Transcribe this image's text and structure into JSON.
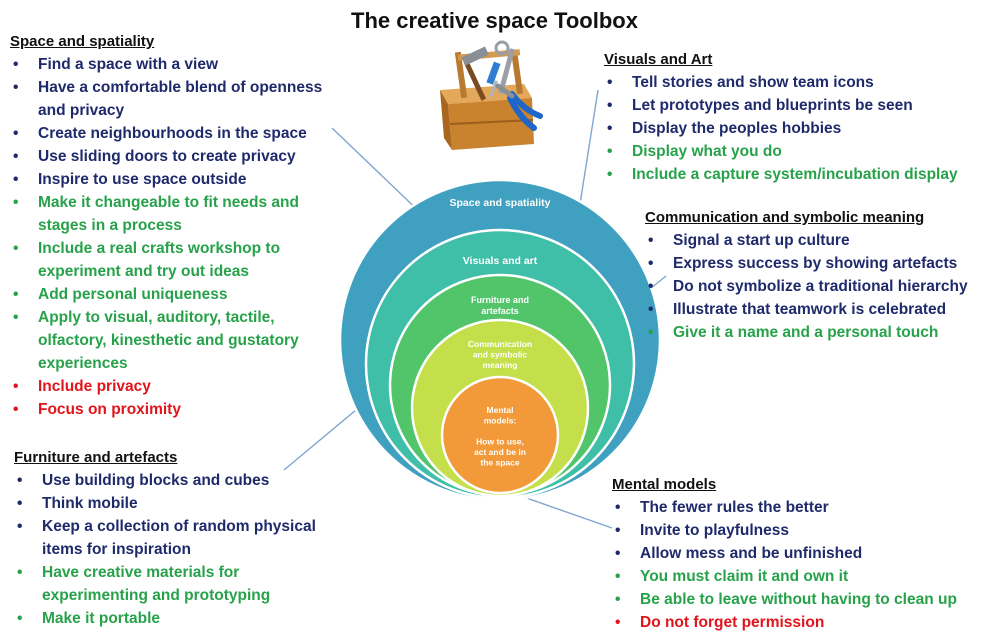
{
  "title": "The creative space Toolbox",
  "colors": {
    "blue": "#1f2a6b",
    "green": "#27a24a",
    "red": "#e1141b"
  },
  "icons": {
    "toolbox": "toolbox-icon"
  },
  "sections": {
    "space": {
      "heading": "Space and spatiality",
      "items": [
        {
          "text": "Find a space with a view",
          "color": "blue"
        },
        {
          "text": "Have a comfortable blend of openness and privacy",
          "color": "blue"
        },
        {
          "text": "Create neighbourhoods  in the space",
          "color": "blue"
        },
        {
          "text": "Use sliding doors to create privacy",
          "color": "blue"
        },
        {
          "text": "Inspire to use space outside",
          "color": "blue"
        },
        {
          "text": "Make it changeable to fit needs and stages in a process",
          "color": "green"
        },
        {
          "text": "Include a real  crafts workshop to experiment and try out ideas",
          "color": "green"
        },
        {
          "text": "Add personal uniqueness",
          "color": "green"
        },
        {
          "text": "Apply to visual, auditory, tactile, olfactory, kinesthetic and gustatory experiences",
          "color": "green"
        },
        {
          "text": "Include privacy",
          "color": "red"
        },
        {
          "text": "Focus on proximity",
          "color": "red"
        }
      ]
    },
    "visuals": {
      "heading": "Visuals and Art",
      "items": [
        {
          "text": "Tell stories and show team icons",
          "color": "blue"
        },
        {
          "text": "Let prototypes and blueprints be seen",
          "color": "blue"
        },
        {
          "text": "Display the peoples hobbies",
          "color": "blue"
        },
        {
          "text": "Display what you do",
          "color": "green"
        },
        {
          "text": "Include a capture system/incubation display",
          "color": "green"
        }
      ]
    },
    "comm": {
      "heading": "Communication and symbolic meaning",
      "items": [
        {
          "text": "Signal a start up culture",
          "color": "blue"
        },
        {
          "text": "Express success by showing artefacts",
          "color": "blue"
        },
        {
          "text": "Do not symbolize a traditional hierarchy",
          "color": "blue"
        },
        {
          "text": "Illustrate that teamwork is celebrated",
          "color": "blue"
        },
        {
          "text": "Give it a name and a personal touch",
          "color": "green"
        }
      ]
    },
    "furniture": {
      "heading": "Furniture and artefacts",
      "items": [
        {
          "text": "Use building blocks and cubes",
          "color": "blue"
        },
        {
          "text": "Think mobile",
          "color": "blue"
        },
        {
          "text": "Keep a collection of random physical items for inspiration",
          "color": "blue"
        },
        {
          "text": "Have creative materials for experimenting and prototyping",
          "color": "green"
        },
        {
          "text": "Make it portable",
          "color": "green"
        }
      ]
    },
    "mental": {
      "heading": "Mental models",
      "items": [
        {
          "text": "The fewer rules the better",
          "color": "blue"
        },
        {
          "text": "Invite to playfulness",
          "color": "blue"
        },
        {
          "text": "Allow mess and be unfinished",
          "color": "blue"
        },
        {
          "text": "You must claim it and own it",
          "color": "green"
        },
        {
          "text": "Be able to leave without having to clean up",
          "color": "green"
        },
        {
          "text": "Do not forget permission",
          "color": "red"
        }
      ]
    }
  },
  "rings": [
    {
      "label_lines": [
        "Space and spatiality"
      ],
      "fill": "#3fa0c0"
    },
    {
      "label_lines": [
        "Visuals and art"
      ],
      "fill": "#3fbfa8"
    },
    {
      "label_lines": [
        "Furniture and",
        "artefacts"
      ],
      "fill": "#52c56b"
    },
    {
      "label_lines": [
        "Communication",
        "and symbolic",
        "meaning"
      ],
      "fill": "#c4df4a"
    },
    {
      "label_lines": [
        "Mental",
        "models:",
        "",
        "How to use,",
        "act and be in",
        "the space"
      ],
      "fill": "#f29a3a"
    }
  ]
}
